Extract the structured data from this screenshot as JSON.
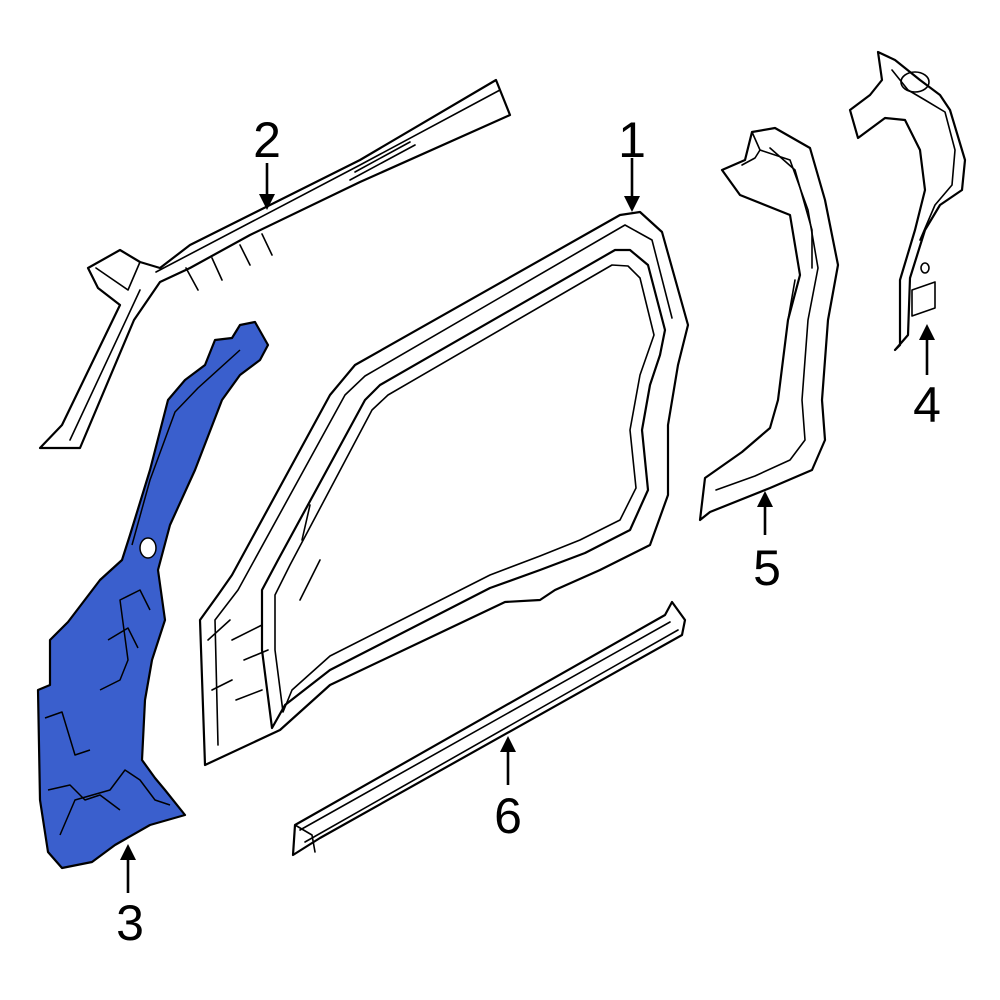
{
  "diagram": {
    "highlight_color": "#3a5fcd",
    "callouts": [
      {
        "id": "1",
        "label": "1"
      },
      {
        "id": "2",
        "label": "2"
      },
      {
        "id": "3",
        "label": "3"
      },
      {
        "id": "4",
        "label": "4"
      },
      {
        "id": "5",
        "label": "5"
      },
      {
        "id": "6",
        "label": "6"
      }
    ],
    "highlighted_part": "3"
  }
}
